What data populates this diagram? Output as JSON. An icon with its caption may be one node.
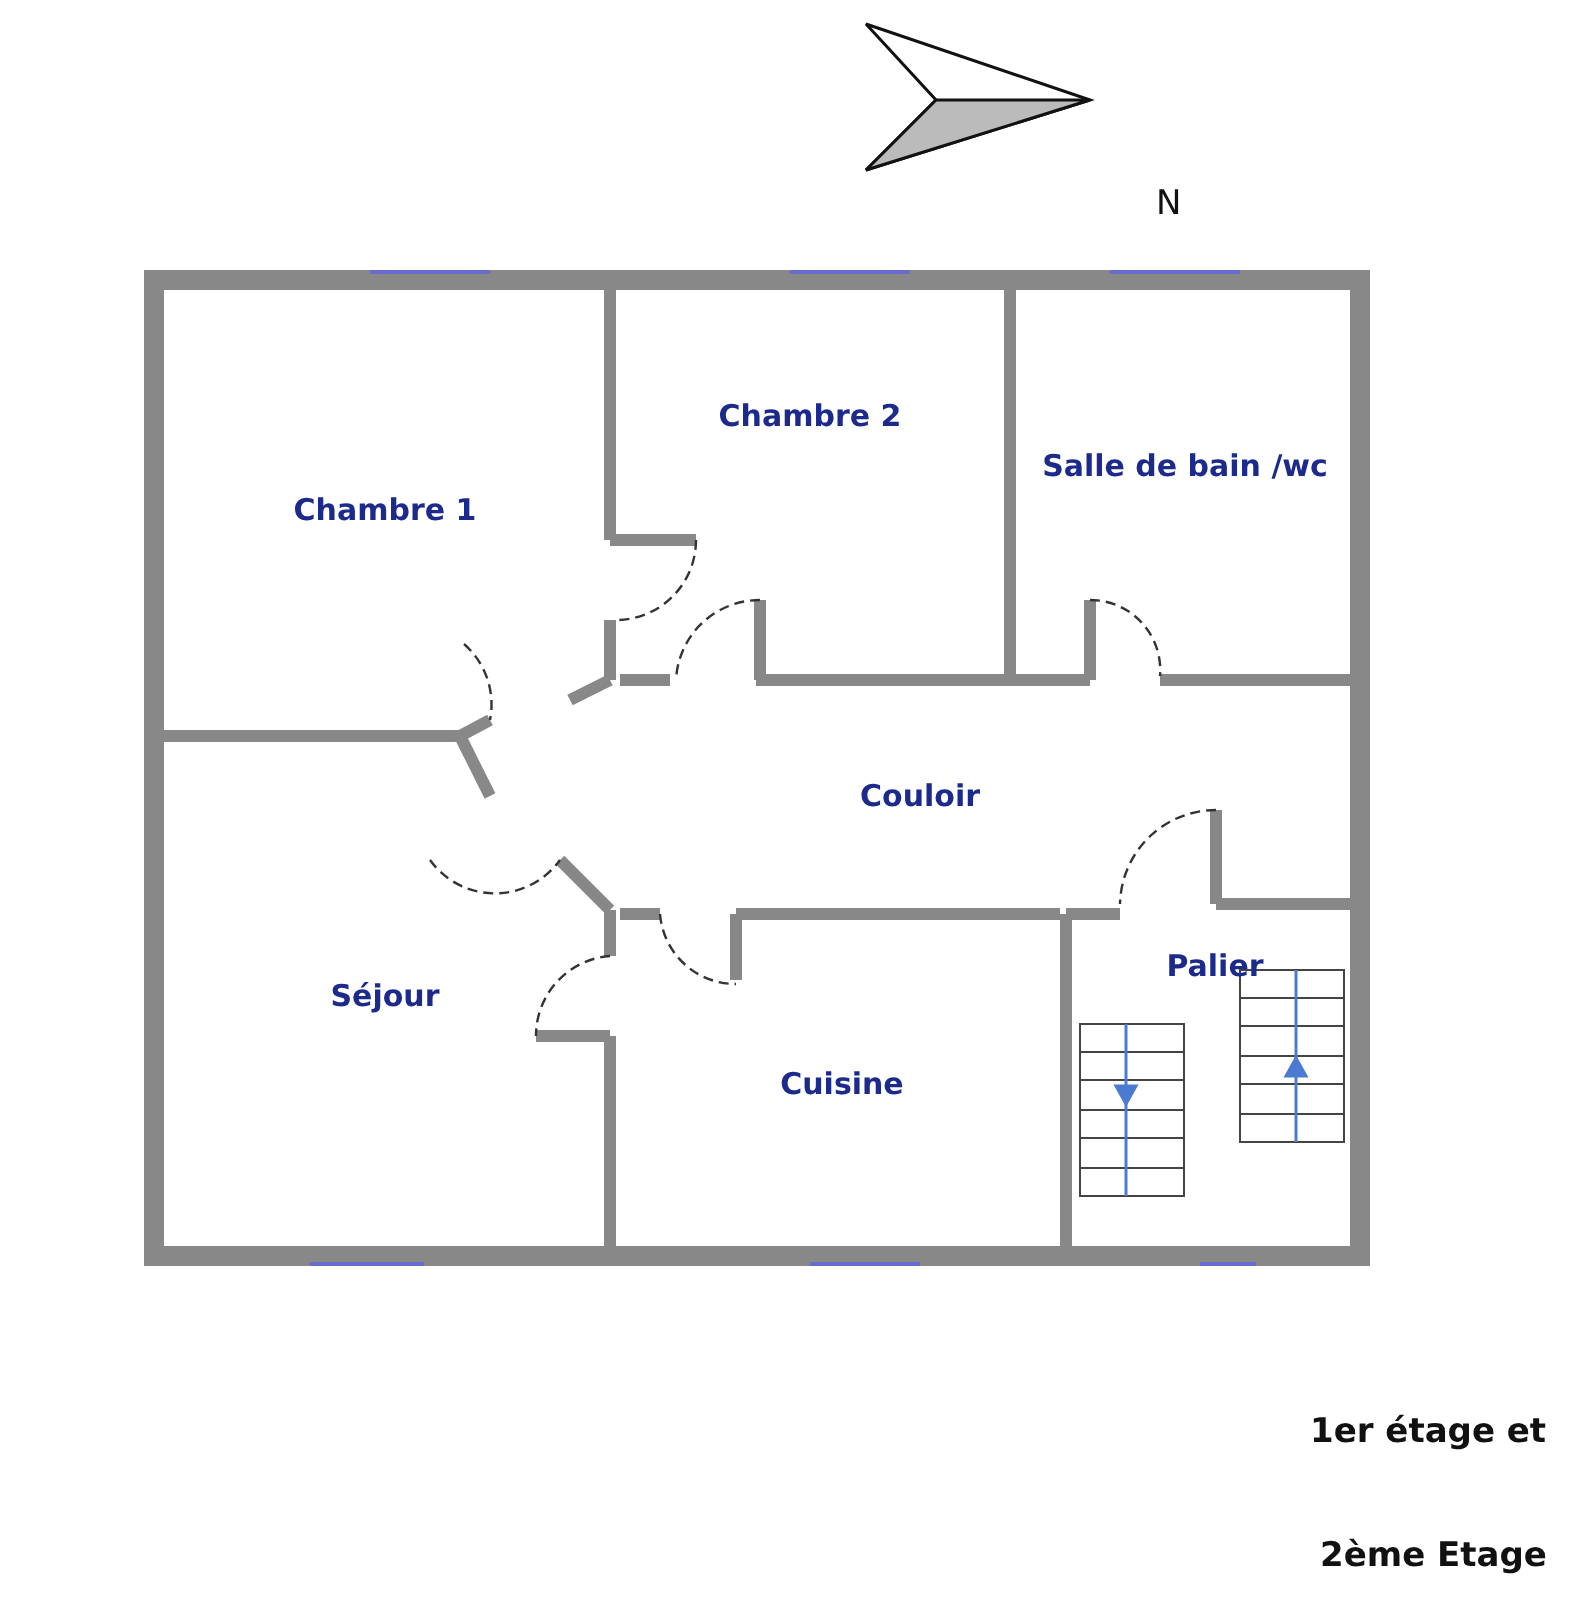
{
  "diagram": {
    "nodes": [
      {
        "text": [
          "Chambre 1"
        ]
      },
      {
        "text": [
          "Chambre 2"
        ]
      },
      {
        "text": [
          "Salle de bain /wc"
        ]
      },
      {
        "text": [
          "Couloir"
        ]
      },
      {
        "text": [
          "Séjour"
        ]
      },
      {
        "text": [
          "Cuisine"
        ]
      },
      {
        "text": [
          "Palier"
        ]
      }
    ],
    "edges": [],
    "labels": [
      "N",
      "1er étage et",
      "2ème Etage"
    ]
  }
}
